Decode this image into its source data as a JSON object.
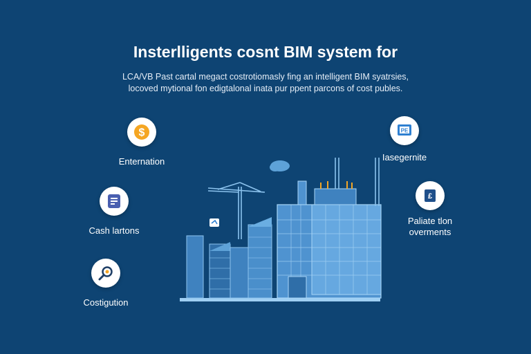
{
  "title": "Insterlligents cosnt BIM system for",
  "subtitle_line1": "LCA/VB Past cartal megact costrotiomasly fing an intelligent BIM syatrsies,",
  "subtitle_line2": "locoved mytional fon edigtalonal inata pur ppent parcons of cost publes.",
  "features": {
    "f1": {
      "label": "Enternation",
      "icon": "dollar-icon"
    },
    "f2": {
      "label": "Cash lartons",
      "icon": "document-icon"
    },
    "f3": {
      "label": "Costigution",
      "icon": "gear-magnifier-icon"
    },
    "f4": {
      "label": "Iasegernite",
      "icon": "monitor-icon"
    },
    "f5": {
      "label1": "Paliate tlon",
      "label2": "overments",
      "icon": "cost-tag-icon"
    }
  },
  "colors": {
    "background": "#0e4473",
    "building": "#5ea2d8",
    "building_light": "#8cc3ee",
    "accent_orange": "#f5a623",
    "accent_blue": "#2f80d1"
  }
}
